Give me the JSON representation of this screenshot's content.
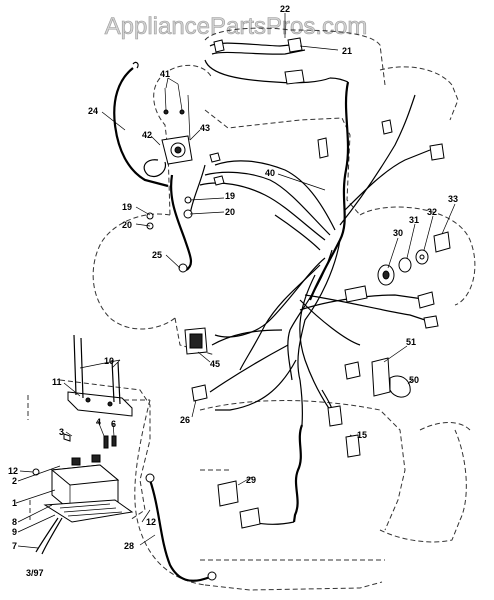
{
  "watermark": "AppliancePartsPros.com",
  "date_code": "3/97",
  "callouts": {
    "c1": "1",
    "c2": "2",
    "c3": "3",
    "c4": "4",
    "c6": "6",
    "c7": "7",
    "c8": "8",
    "c9": "9",
    "c10": "10",
    "c11": "11",
    "c12a": "12",
    "c12b": "12",
    "c15": "15",
    "c19a": "19",
    "c19b": "19",
    "c20a": "20",
    "c20b": "20",
    "c21": "21",
    "c22": "22",
    "c24": "24",
    "c25": "25",
    "c26": "26",
    "c28": "28",
    "c29": "29",
    "c30": "30",
    "c31": "31",
    "c32": "32",
    "c33": "33",
    "c40": "40",
    "c41": "41",
    "c42": "42",
    "c43": "43",
    "c45": "45",
    "c50": "50",
    "c51": "51"
  }
}
